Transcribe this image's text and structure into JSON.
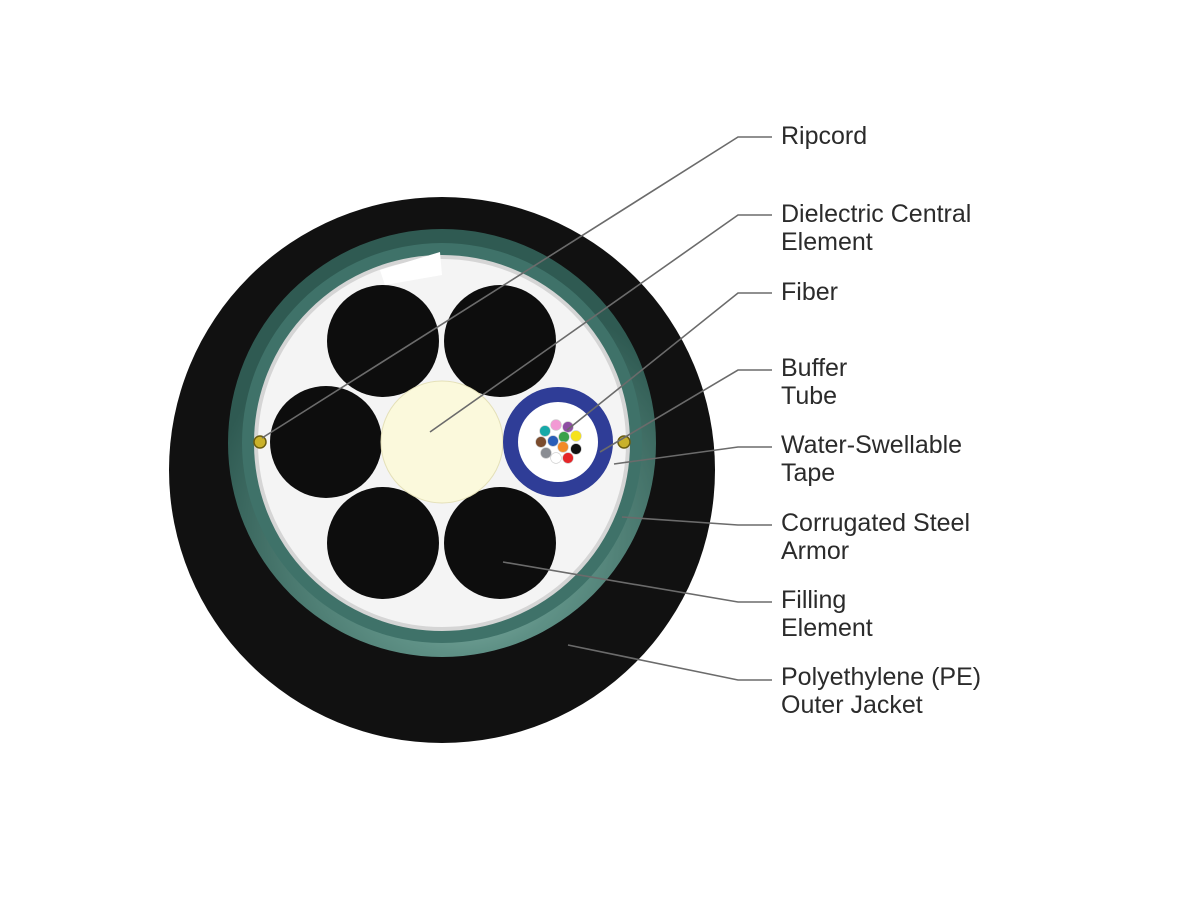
{
  "labels": {
    "ripcord": [
      "Ripcord"
    ],
    "central_element": [
      "Dielectric Central",
      "Element"
    ],
    "fiber": [
      "Fiber"
    ],
    "buffer_tube": [
      "Buffer",
      "Tube"
    ],
    "water_tape": [
      "Water-Swellable",
      "Tape"
    ],
    "steel_armor": [
      "Corrugated Steel",
      "Armor"
    ],
    "filling_element": [
      "Filling",
      "Element"
    ],
    "outer_jacket": [
      "Polyethylene (PE)",
      "Outer Jacket"
    ]
  },
  "colors": {
    "jacket": "#111111",
    "armor": "#3e7067",
    "armor_light": "#8fbcb2",
    "tape": "#ffffff",
    "filling": "#0d0d0d",
    "central_element": "#fbf9dc",
    "buffer_tube": "#2f3d97",
    "leader_line": "#6b6b6b",
    "fibers": [
      "#f29ad4",
      "#8e4ea3",
      "#17a9a8",
      "#2a5eb8",
      "#3aa14a",
      "#f5e21c",
      "#7a4b2d",
      "#f28a27",
      "#111111",
      "#8a8d93",
      "#ffffff",
      "#e52528"
    ]
  }
}
